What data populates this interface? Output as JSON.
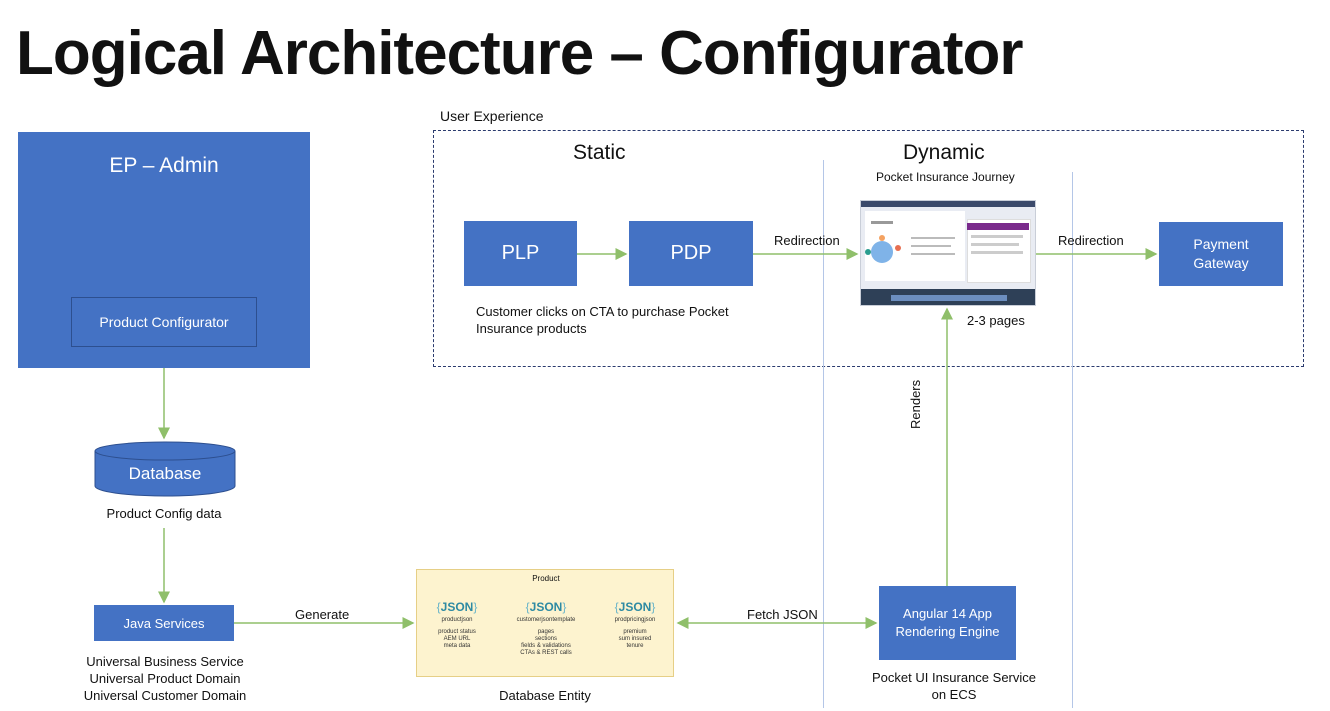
{
  "title": "Logical Architecture – Configurator",
  "user_experience": {
    "label": "User Experience",
    "static_label": "Static",
    "dynamic_label": "Dynamic",
    "dynamic_sub": "Pocket Insurance Journey",
    "plp": "PLP",
    "pdp": "PDP",
    "redirection_1": "Redirection",
    "redirection_2": "Redirection",
    "payment_gateway": "Payment Gateway",
    "customer_note_line1": "Customer clicks on CTA to purchase Pocket",
    "customer_note_line2": "Insurance products",
    "pages_note": "2-3 pages"
  },
  "admin": {
    "title": "EP – Admin",
    "configurator": "Product Configurator"
  },
  "database": {
    "label": "Database",
    "caption": "Product Config data"
  },
  "java": {
    "label": "Java Services",
    "caption_lines": [
      "Universal Business Service",
      "Universal Product Domain",
      "Universal Customer Domain"
    ]
  },
  "edges": {
    "generate": "Generate",
    "fetch_json": "Fetch JSON",
    "renders": "Renders"
  },
  "product_panel": {
    "title": "Product",
    "json_word": "JSON",
    "columns": [
      {
        "name": "productjson",
        "items": [
          "product status",
          "AEM URL",
          "meta data"
        ]
      },
      {
        "name": "customerjsontemplate",
        "items": [
          "pages",
          "sections",
          "fields & validations",
          "CTAs & REST calls"
        ]
      },
      {
        "name": "prodpricingjson",
        "items": [
          "premium",
          "sum insured",
          "tenure"
        ]
      }
    ],
    "caption": "Database Entity"
  },
  "angular": {
    "line1": "Angular 14 App",
    "line2": "Rendering Engine",
    "caption_line1": "Pocket UI Insurance Service",
    "caption_line2": "on ECS"
  },
  "colors": {
    "box_blue": "#4472c4",
    "arrow_green": "#8fbf6a",
    "json_panel": "#fdf3cf"
  }
}
